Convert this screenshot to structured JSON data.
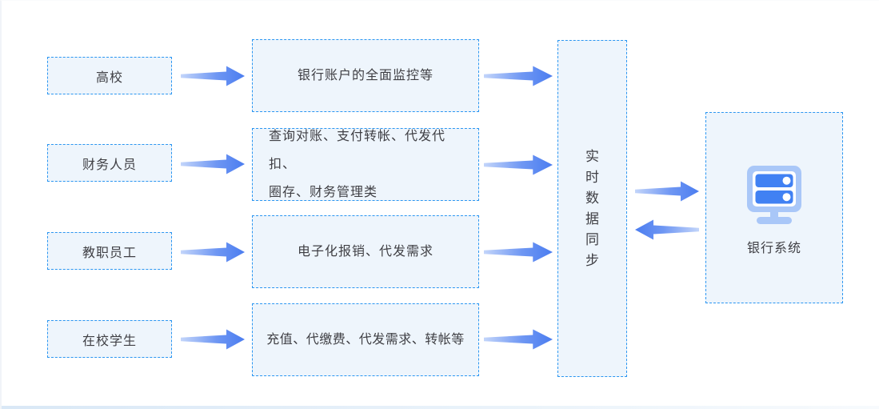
{
  "diagram": {
    "rows": [
      {
        "role": "高校",
        "service_lines": [
          "银行账户的全面监控等"
        ]
      },
      {
        "role": "财务人员",
        "service_lines": [
          "查询对账、支付转帐、代发代扣、",
          "圈存、财务管理类"
        ]
      },
      {
        "role": "教职员工",
        "service_lines": [
          "电子化报销、代发需求"
        ]
      },
      {
        "role": "在校学生",
        "service_lines": [
          "充值、代缴费、代发需求、转帐等"
        ]
      }
    ],
    "sync_label": "实时数据同步",
    "bank": {
      "label": "银行系统",
      "icon": "server-icon"
    },
    "colors": {
      "dashed_border": "#2b96f1",
      "box_fill": "#eef5fc",
      "arrow_head": "#4b7df0",
      "arrow_tail": "#c3d5fa",
      "icon_light": "#a9c7f8",
      "icon_dark": "#4181f3",
      "text": "#3f3f44"
    }
  }
}
